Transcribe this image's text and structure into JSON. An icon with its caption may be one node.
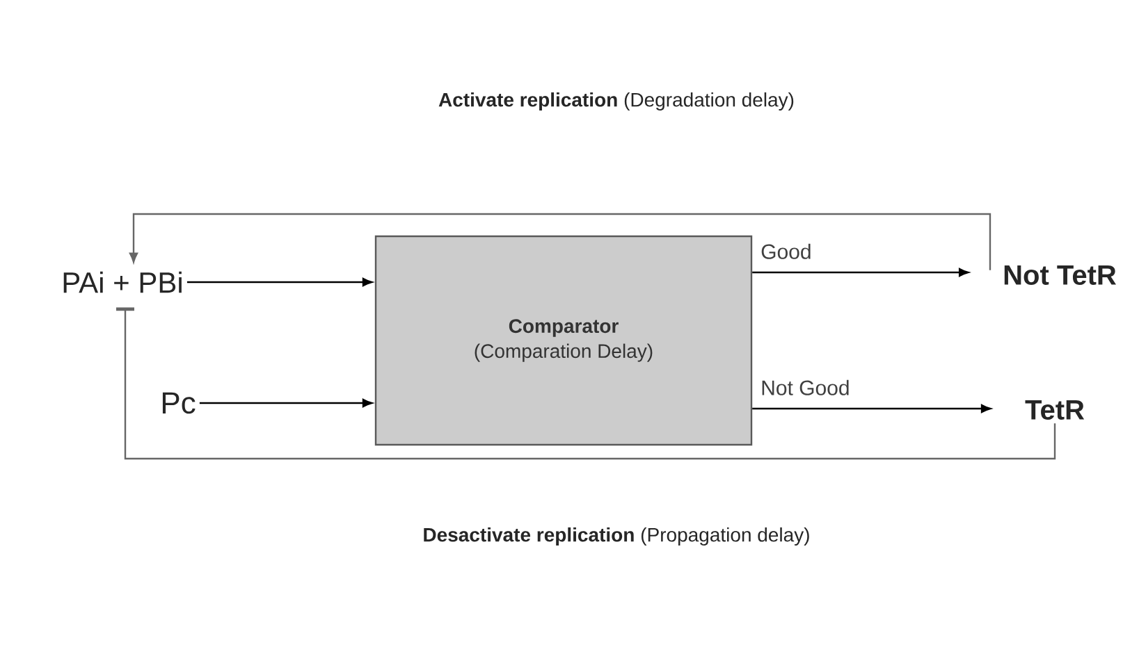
{
  "diagram": {
    "nodes": [
      {
        "text": [
          "PAi + PBi"
        ]
      },
      {
        "text": [
          "Pc"
        ]
      },
      {
        "text": [
          "Comparator",
          "(Comparation Delay)"
        ]
      },
      {
        "text": [
          "Not TetR"
        ]
      },
      {
        "text": [
          "TetR"
        ]
      }
    ],
    "edges": [
      {
        "from": 0,
        "to": 2,
        "arrow": "to"
      },
      {
        "from": 1,
        "to": 2,
        "arrow": "to"
      },
      {
        "from": 2,
        "to": 3,
        "arrow": "to",
        "label": "Good"
      },
      {
        "from": 2,
        "to": 4,
        "arrow": "to",
        "label": "Not Good"
      },
      {
        "from": 3,
        "to": 0,
        "arrow": "to",
        "color": "#666666"
      },
      {
        "from": 4,
        "to": 0,
        "arrow": "other",
        "color": "#666666"
      }
    ],
    "labels": [
      "**Activate replication** (Degradation delay)",
      "**Desactivate replication** (Propagation delay)"
    ]
  }
}
